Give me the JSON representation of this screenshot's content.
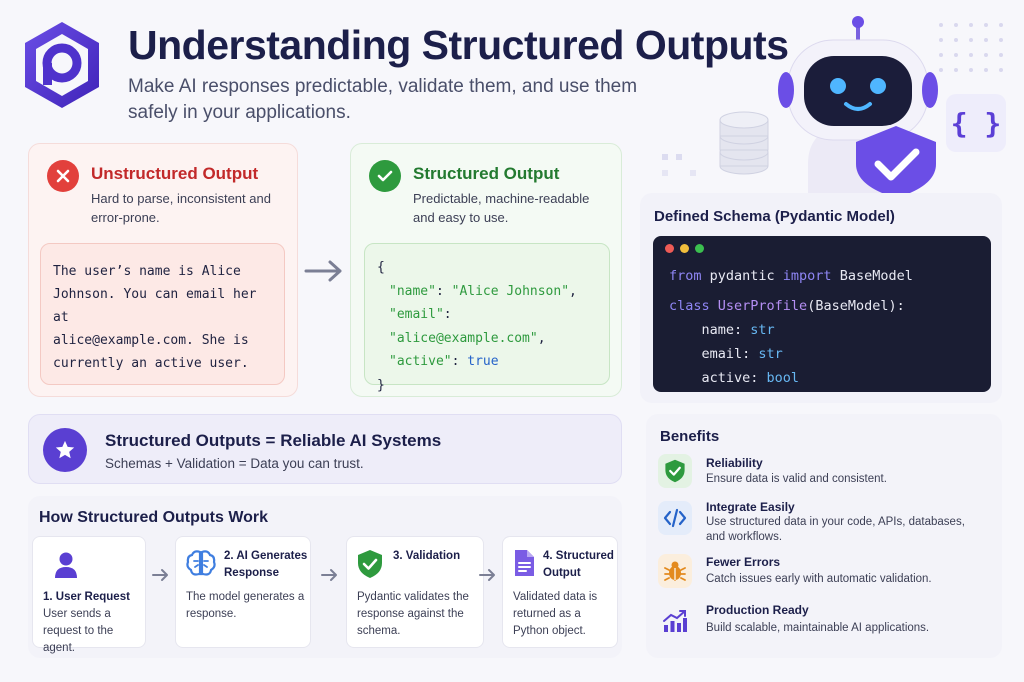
{
  "header": {
    "title": "Understanding Structured Outputs",
    "subtitle": "Make AI responses predictable, validate them, and use them safely in your applications."
  },
  "unstructured": {
    "title": "Unstructured Output",
    "description": "Hard to parse, inconsistent and error-prone.",
    "example_lines": [
      "The user’s name is Alice",
      "Johnson. You can email her at",
      "alice@example.com. She is",
      "currently an active user."
    ]
  },
  "structured": {
    "title": "Structured Output",
    "description": "Predictable, machine-readable and easy to use.",
    "json": {
      "open": "{",
      "close": "}",
      "fields": [
        {
          "key": "\"name\"",
          "value": "\"Alice Johnson\"",
          "trailing": ","
        },
        {
          "key": "\"email\"",
          "value": "\"alice@example.com\"",
          "trailing": ","
        },
        {
          "key": "\"active\"",
          "value": "true",
          "trailing": ""
        }
      ]
    }
  },
  "schema": {
    "title": "Defined Schema (Pydantic Model)",
    "code": {
      "line1": {
        "kw1": "from",
        "mod": " pydantic ",
        "kw2": "import",
        "name": " BaseModel"
      },
      "line2": {
        "kw": "class",
        "cls": " UserProfile",
        "rest": "(BaseModel):"
      },
      "fields": [
        {
          "name": "    name: ",
          "type": "str"
        },
        {
          "name": "    email: ",
          "type": "str"
        },
        {
          "name": "    active: ",
          "type": "bool"
        }
      ]
    }
  },
  "banner": {
    "title": "Structured Outputs = Reliable AI Systems",
    "subtitle": "Schemas + Validation = Data you can trust."
  },
  "how": {
    "title": "How Structured Outputs Work",
    "steps": [
      {
        "title": "1. User Request",
        "desc": "User sends a request to the agent.",
        "icon": "user-icon"
      },
      {
        "title": "2. AI Generates Response",
        "desc": "The model generates a response.",
        "icon": "brain-icon"
      },
      {
        "title": "3. Validation",
        "desc": "Pydantic validates the response against the schema.",
        "icon": "shield-check-icon"
      },
      {
        "title": "4. Structured Output",
        "desc": "Validated data is returned as a Python object.",
        "icon": "document-icon"
      }
    ]
  },
  "benefits": {
    "title": "Benefits",
    "items": [
      {
        "title": "Reliability",
        "desc": "Ensure data is valid and consistent.",
        "icon": "shield-check-icon",
        "color": "#2e9a3e"
      },
      {
        "title": "Integrate Easily",
        "desc": "Use structured data in your code, APIs, databases, and workflows.",
        "icon": "code-icon",
        "color": "#2563c9"
      },
      {
        "title": "Fewer Errors",
        "desc": "Catch issues early with automatic validation.",
        "icon": "bug-icon",
        "color": "#e38a1e"
      },
      {
        "title": "Production Ready",
        "desc": "Build scalable, maintainable AI applications.",
        "icon": "chart-growth-icon",
        "color": "#5a3fd2"
      }
    ]
  },
  "colors": {
    "accent": "#5a3fd2",
    "error": "#e2403c",
    "success": "#2e9a3e",
    "code_bg": "#1a1d33"
  }
}
